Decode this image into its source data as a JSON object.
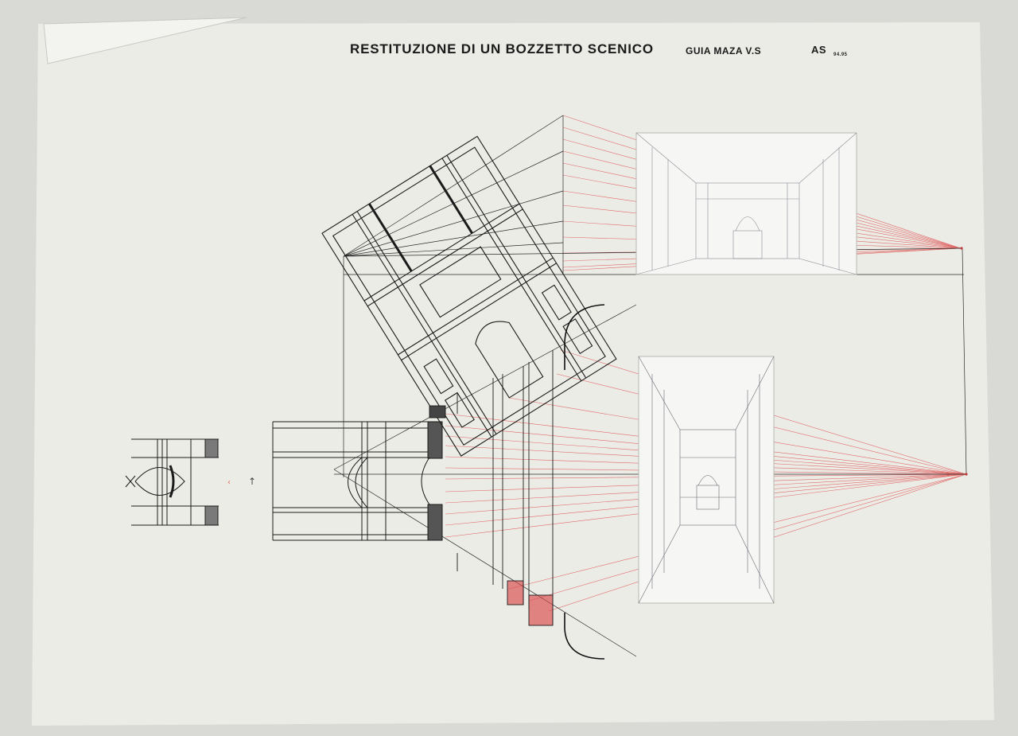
{
  "sheet": {
    "title": "RESTITUZIONE DI UN BOZZETTO SCENICO",
    "author": "GUIA MAZA V.S",
    "course": "AS",
    "year": "94.95"
  },
  "colors": {
    "paper": "#ecece6",
    "ink": "#1b1b1b",
    "projection_red": "#e06a6a",
    "backdrop": "#d9d9d6"
  }
}
